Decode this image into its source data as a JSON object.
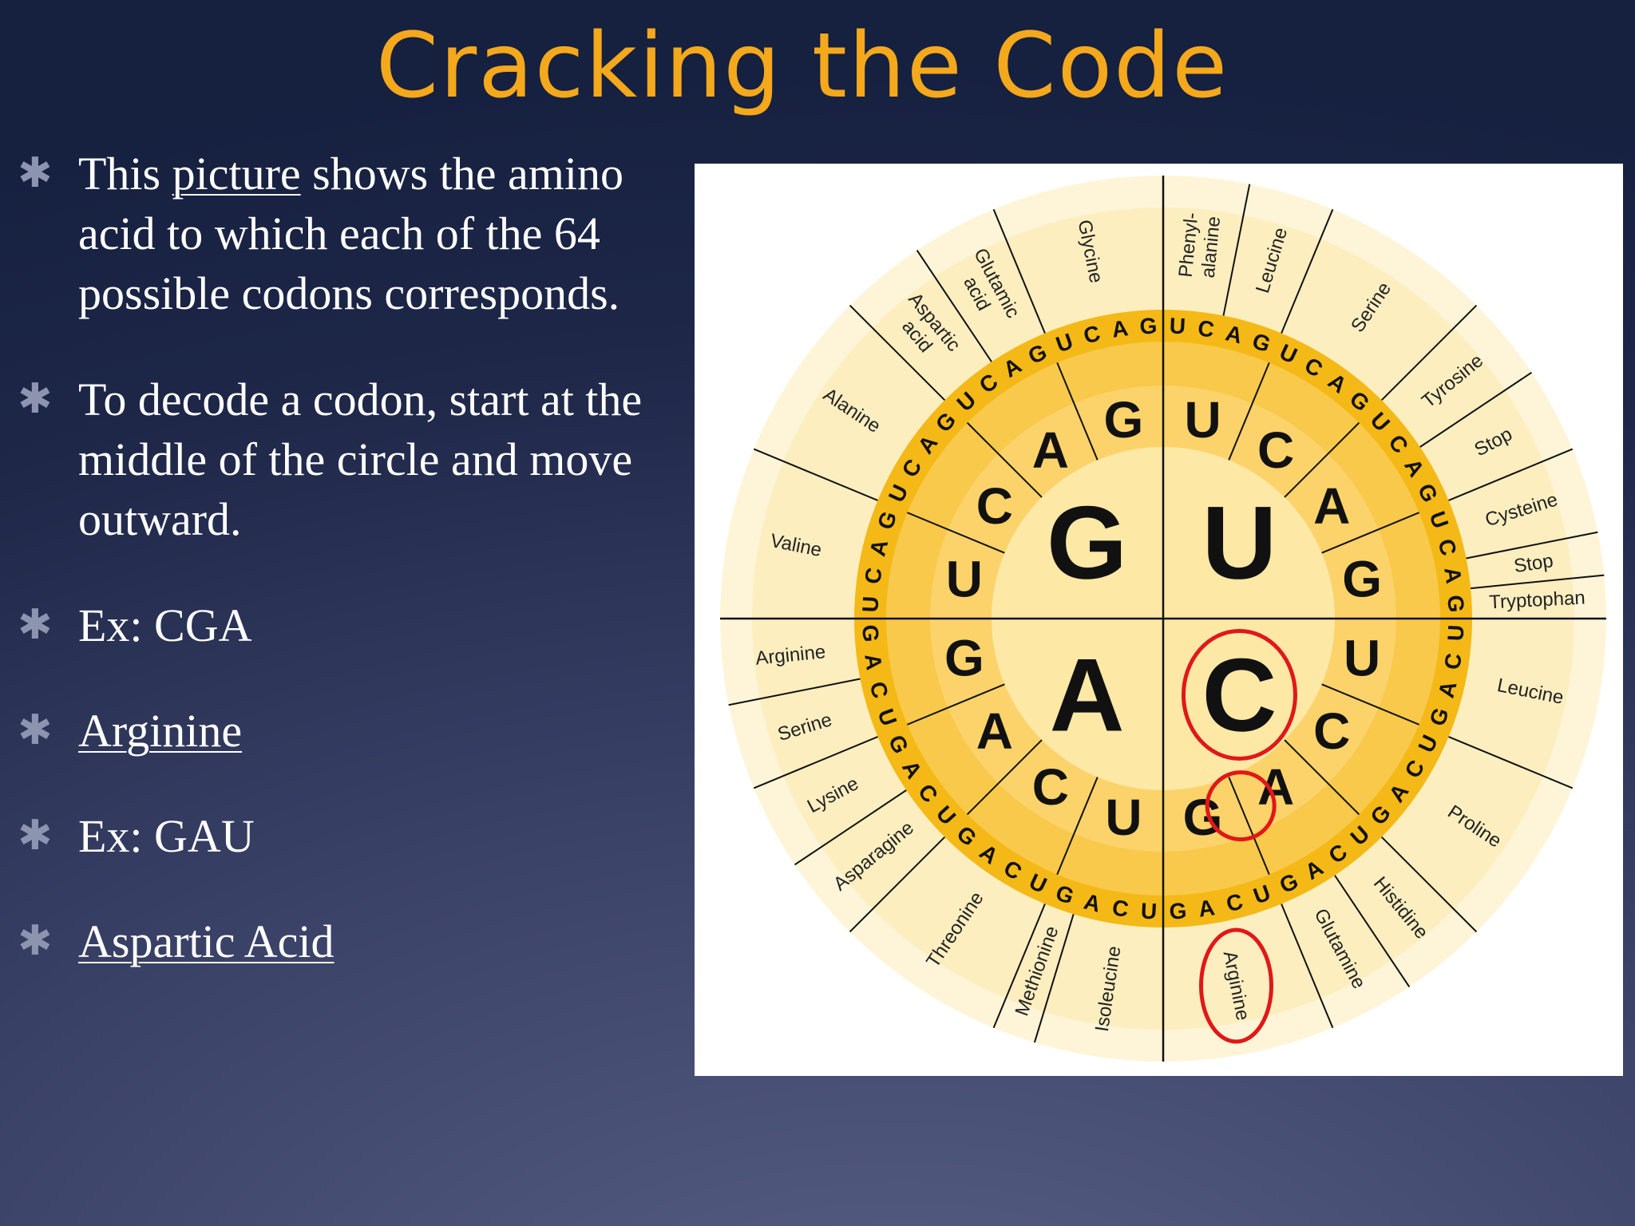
{
  "slide": {
    "title": "Cracking the Code",
    "bullets": [
      {
        "pre": "This ",
        "link": "picture",
        "post": " shows the amino acid to which each of the 64 possible codons corresponds."
      },
      {
        "text": "To decode a codon, start at the middle of the circle and move outward."
      },
      {
        "text": "Ex: CGA"
      },
      {
        "link": "Arginine"
      },
      {
        "text": "Ex: GAU"
      },
      {
        "link": "Aspartic Acid"
      }
    ]
  },
  "codon_wheel": {
    "inner": [
      "U",
      "C",
      "A",
      "G"
    ],
    "second": [
      "U",
      "C",
      "A",
      "G"
    ],
    "third": [
      "U",
      "C",
      "A",
      "G"
    ],
    "amino_acids": [
      [
        "Phenyl-",
        "alanine"
      ],
      [
        "Leucine"
      ],
      [
        "Serine"
      ],
      [
        "Tyrosine"
      ],
      [
        "Stop"
      ],
      [
        "Cysteine"
      ],
      [
        "Stop"
      ],
      [
        "Tryptophan"
      ],
      [
        "Leucine"
      ],
      [
        "Proline"
      ],
      [
        "Histidine"
      ],
      [
        "Glutamine"
      ],
      [
        "Arginine"
      ],
      [
        "Isoleucine"
      ],
      [
        "Methionine"
      ],
      [
        "Threonine"
      ],
      [
        "Asparagine"
      ],
      [
        "Lysine"
      ],
      [
        "Serine"
      ],
      [
        "Arginine"
      ],
      [
        "Valine"
      ],
      [
        "Alanine"
      ],
      [
        "Aspartic",
        "acid"
      ],
      [
        "Glutamic",
        "acid"
      ],
      [
        "Glycine"
      ]
    ],
    "highlight_color": "#e01818",
    "colors": {
      "center": "#fde8a6",
      "inner_ring": "#fbd36a",
      "codon_ring": "#f4b916",
      "outer_ring": "#fdeec0",
      "outer_band": "#fef5d8"
    }
  }
}
